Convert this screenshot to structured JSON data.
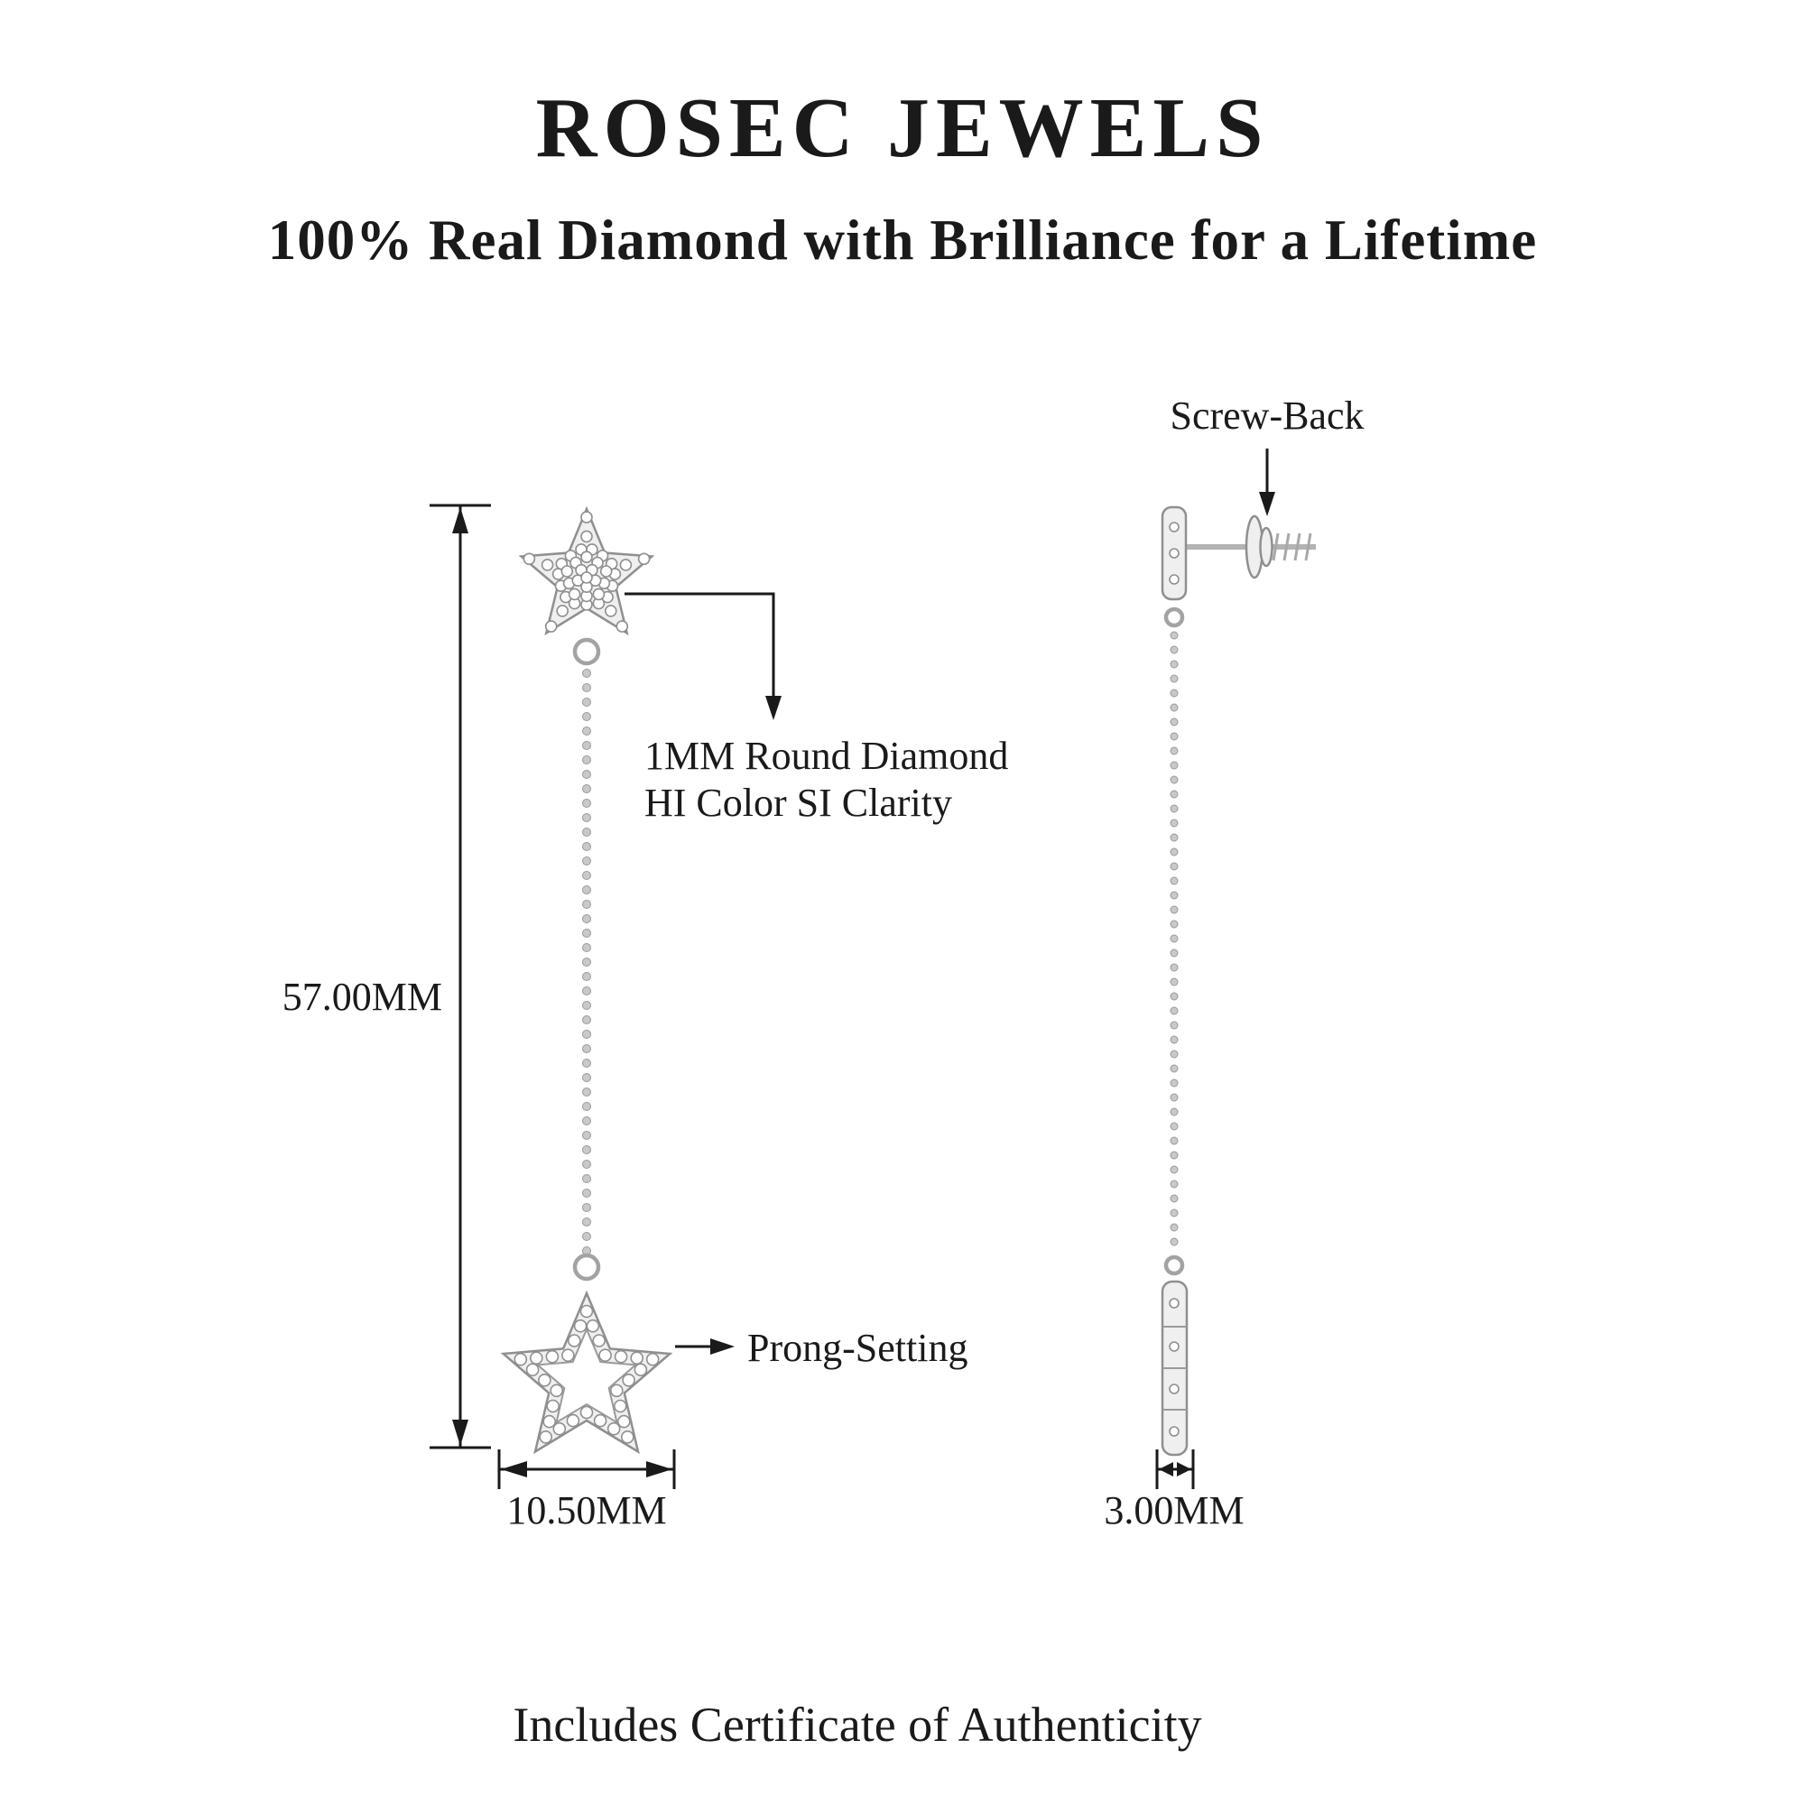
{
  "header": {
    "brand": "ROSEC JEWELS",
    "tagline": "100% Real Diamond with Brilliance for a Lifetime"
  },
  "annotations": {
    "screw_back": "Screw-Back",
    "diamond_line1": "1MM Round Diamond",
    "diamond_line2": "HI Color SI Clarity",
    "prong_setting": "Prong-Setting"
  },
  "dimensions": {
    "height": "57.00MM",
    "width": "10.50MM",
    "thickness": "3.00MM"
  },
  "footer": {
    "certificate": "Includes Certificate of Authenticity"
  },
  "colors": {
    "ink": "#1a1a1a",
    "metal_stroke": "#8f8f8f",
    "metal_fill": "#efefef",
    "background": "#ffffff"
  }
}
